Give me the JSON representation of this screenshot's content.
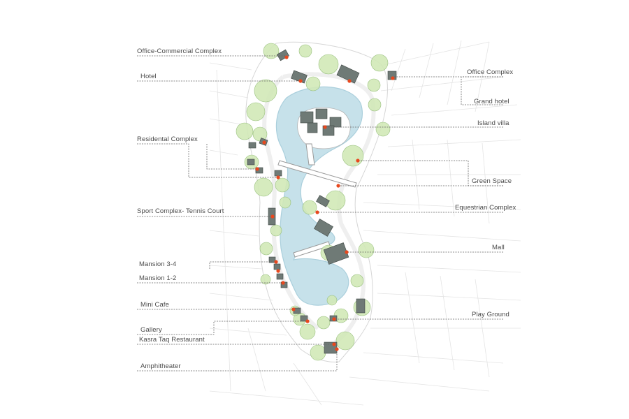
{
  "diagram": {
    "colors": {
      "water": "#c6e1ea",
      "water_edge": "#aacfdc",
      "tree_fill": "#d2e9b8",
      "tree_edge": "#8fba72",
      "building": "#6f7a76",
      "building_edge": "#3e4643",
      "marker": "#e8481e",
      "leader": "#666666",
      "context_line": "#e4e4e4"
    },
    "labels": {
      "office_commercial_complex": "Office-Commercial Complex",
      "hotel": "Hotel",
      "residential_complex": "Residental Complex",
      "sport_complex": "Sport Complex- Tennis Court",
      "mansion_3_4": "Mansion 3-4",
      "mansion_1_2": "Mansion 1-2",
      "mini_cafe": "Mini Cafe",
      "gallery": "Gallery",
      "kasra_taq_restaurant": "Kasra Taq Restaurant",
      "amphitheater": "Amphitheater",
      "office_complex": "Office Complex",
      "grand_hotel": "Grand hotel",
      "island_villa": "Island villa",
      "green_space": "Green Space",
      "equestrian_complex": "Equestrian Complex",
      "mall": "Mall",
      "play_ground": "Play Ground"
    }
  }
}
